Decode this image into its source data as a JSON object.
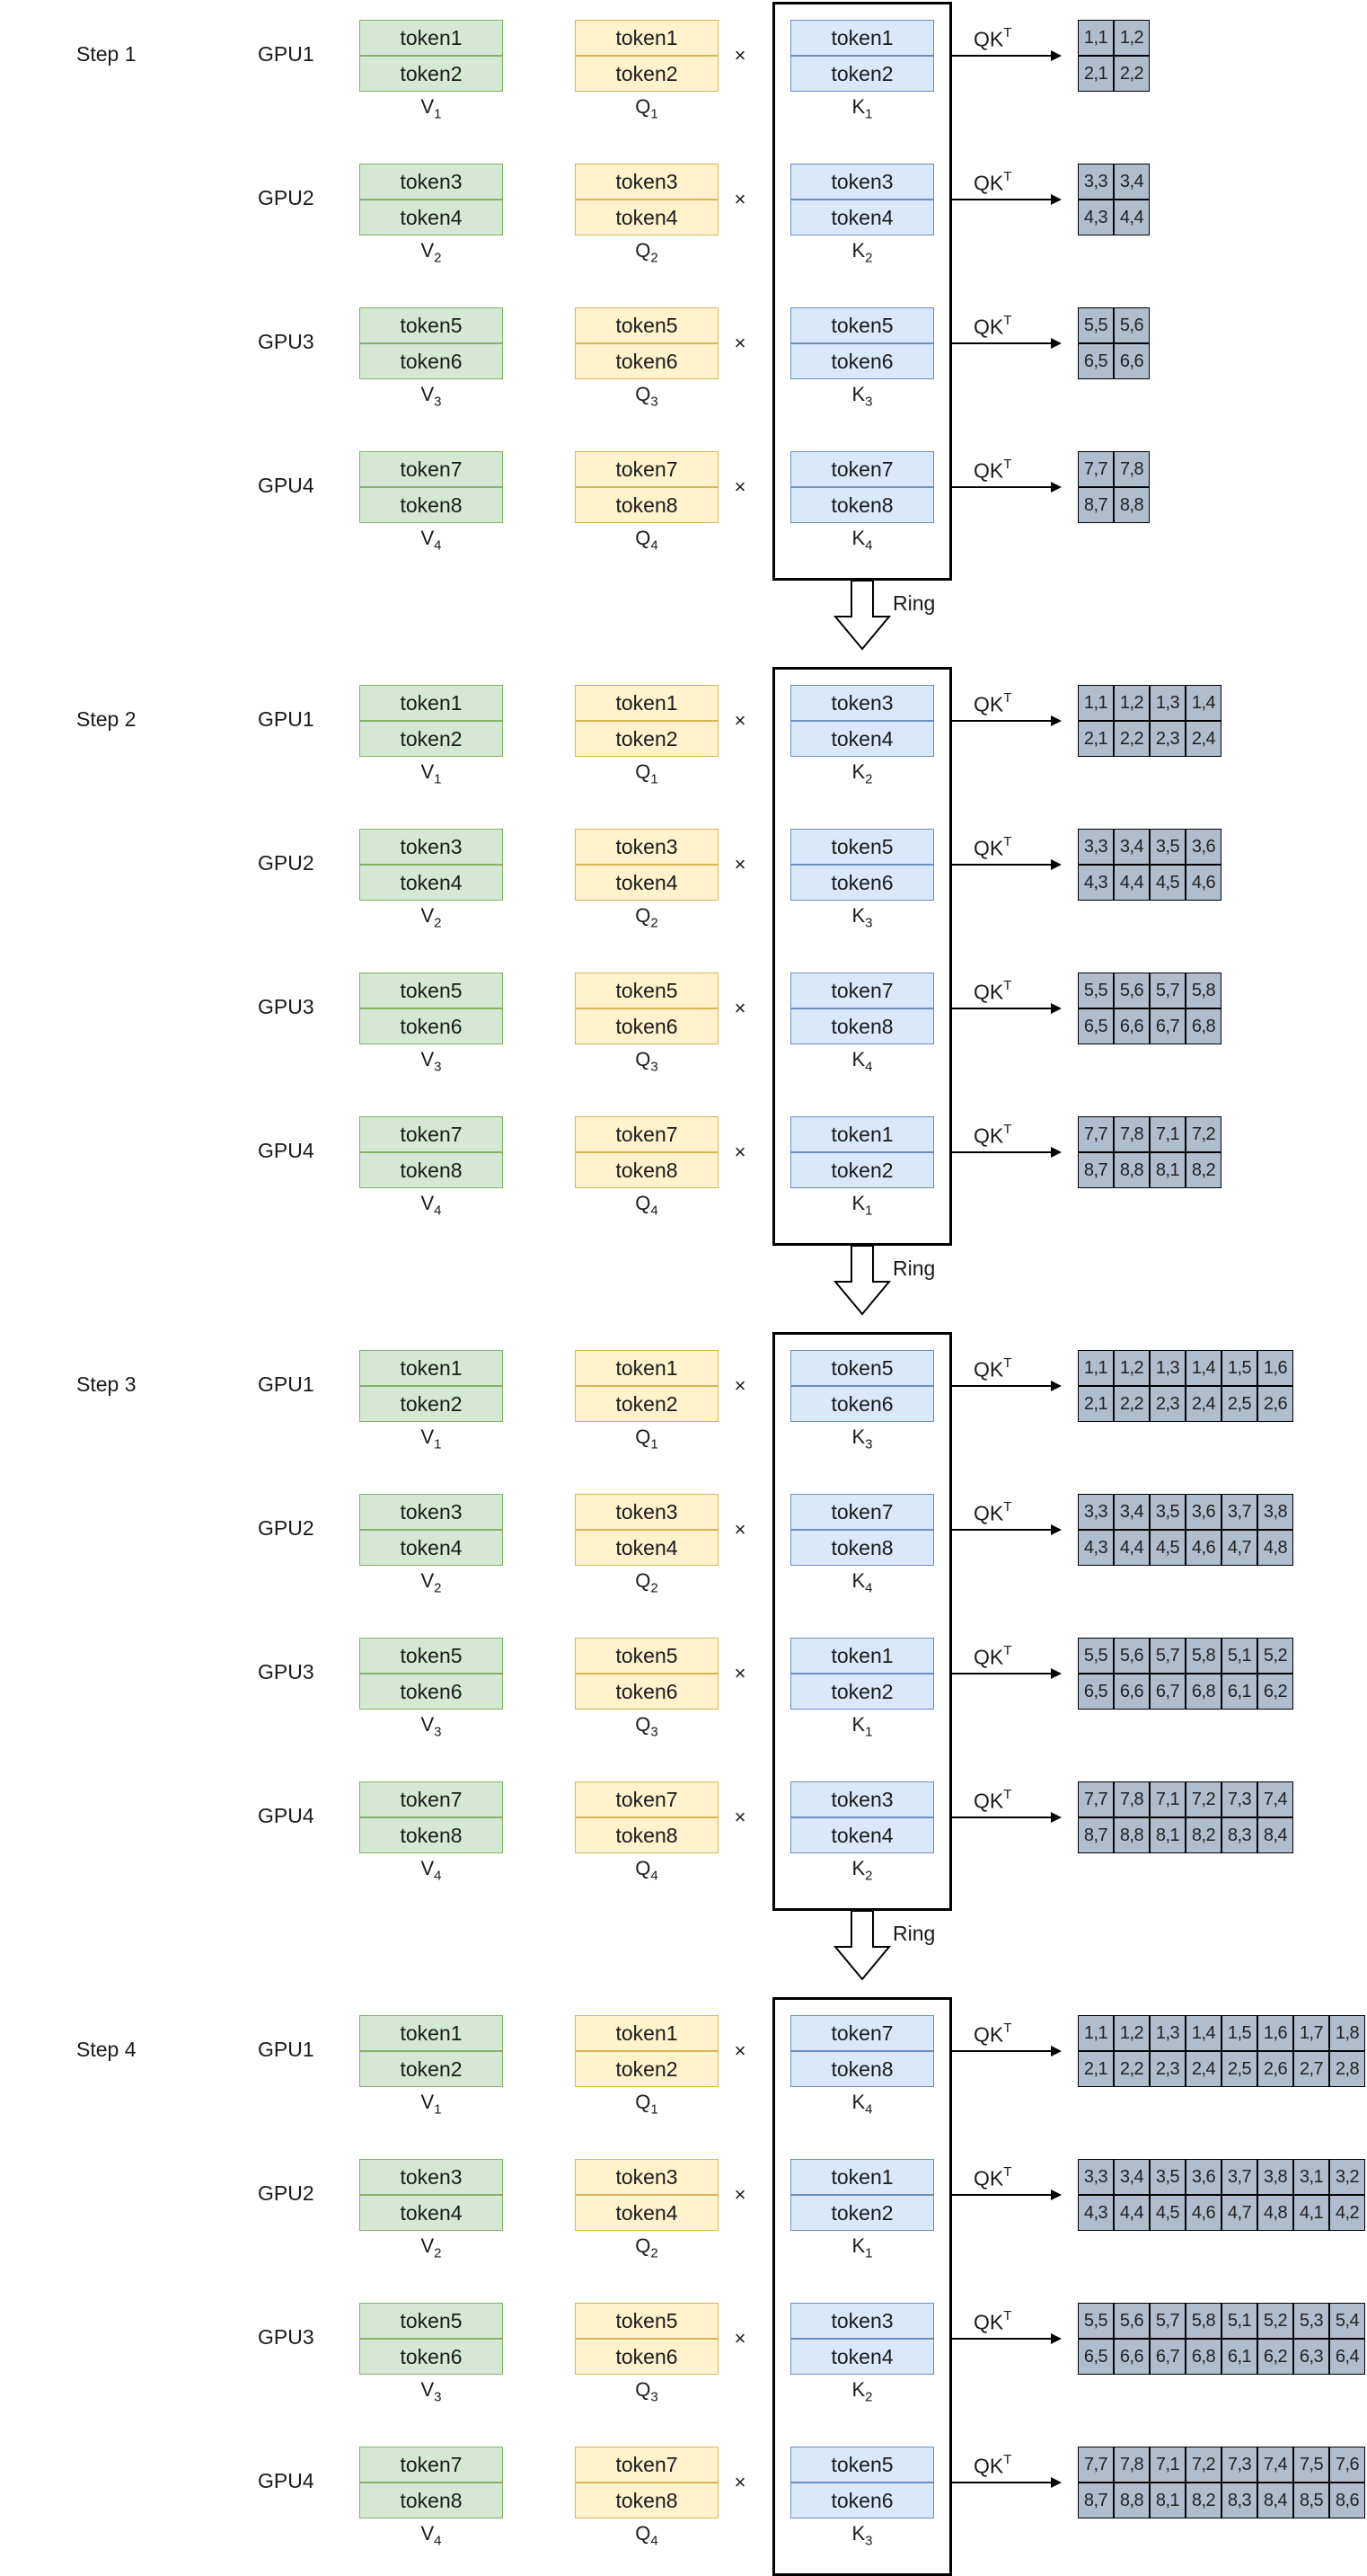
{
  "steps": [
    {
      "label": "Step 1",
      "k_ids": [
        "1",
        "2",
        "3",
        "4"
      ],
      "k_tokens": [
        [
          "token1",
          "token2"
        ],
        [
          "token3",
          "token4"
        ],
        [
          "token5",
          "token6"
        ],
        [
          "token7",
          "token8"
        ]
      ],
      "rows": [
        [
          [
            "1,1",
            "1,2"
          ],
          [
            "2,1",
            "2,2"
          ]
        ],
        [
          [
            "3,3",
            "3,4"
          ],
          [
            "4,3",
            "4,4"
          ]
        ],
        [
          [
            "5,5",
            "5,6"
          ],
          [
            "6,5",
            "6,6"
          ]
        ],
        [
          [
            "7,7",
            "7,8"
          ],
          [
            "8,7",
            "8,8"
          ]
        ]
      ]
    },
    {
      "label": "Step 2",
      "k_ids": [
        "2",
        "3",
        "4",
        "1"
      ],
      "k_tokens": [
        [
          "token3",
          "token4"
        ],
        [
          "token5",
          "token6"
        ],
        [
          "token7",
          "token8"
        ],
        [
          "token1",
          "token2"
        ]
      ],
      "rows": [
        [
          [
            "1,1",
            "1,2",
            "1,3",
            "1,4"
          ],
          [
            "2,1",
            "2,2",
            "2,3",
            "2,4"
          ]
        ],
        [
          [
            "3,3",
            "3,4",
            "3,5",
            "3,6"
          ],
          [
            "4,3",
            "4,4",
            "4,5",
            "4,6"
          ]
        ],
        [
          [
            "5,5",
            "5,6",
            "5,7",
            "5,8"
          ],
          [
            "6,5",
            "6,6",
            "6,7",
            "6,8"
          ]
        ],
        [
          [
            "7,7",
            "7,8",
            "7,1",
            "7,2"
          ],
          [
            "8,7",
            "8,8",
            "8,1",
            "8,2"
          ]
        ]
      ]
    },
    {
      "label": "Step 3",
      "k_ids": [
        "3",
        "4",
        "1",
        "2"
      ],
      "k_tokens": [
        [
          "token5",
          "token6"
        ],
        [
          "token7",
          "token8"
        ],
        [
          "token1",
          "token2"
        ],
        [
          "token3",
          "token4"
        ]
      ],
      "rows": [
        [
          [
            "1,1",
            "1,2",
            "1,3",
            "1,4",
            "1,5",
            "1,6"
          ],
          [
            "2,1",
            "2,2",
            "2,3",
            "2,4",
            "2,5",
            "2,6"
          ]
        ],
        [
          [
            "3,3",
            "3,4",
            "3,5",
            "3,6",
            "3,7",
            "3,8"
          ],
          [
            "4,3",
            "4,4",
            "4,5",
            "4,6",
            "4,7",
            "4,8"
          ]
        ],
        [
          [
            "5,5",
            "5,6",
            "5,7",
            "5,8",
            "5,1",
            "5,2"
          ],
          [
            "6,5",
            "6,6",
            "6,7",
            "6,8",
            "6,1",
            "6,2"
          ]
        ],
        [
          [
            "7,7",
            "7,8",
            "7,1",
            "7,2",
            "7,3",
            "7,4"
          ],
          [
            "8,7",
            "8,8",
            "8,1",
            "8,2",
            "8,3",
            "8,4"
          ]
        ]
      ]
    },
    {
      "label": "Step 4",
      "k_ids": [
        "4",
        "1",
        "2",
        "3"
      ],
      "k_tokens": [
        [
          "token7",
          "token8"
        ],
        [
          "token1",
          "token2"
        ],
        [
          "token3",
          "token4"
        ],
        [
          "token5",
          "token6"
        ]
      ],
      "rows": [
        [
          [
            "1,1",
            "1,2",
            "1,3",
            "1,4",
            "1,5",
            "1,6",
            "1,7",
            "1,8"
          ],
          [
            "2,1",
            "2,2",
            "2,3",
            "2,4",
            "2,5",
            "2,6",
            "2,7",
            "2,8"
          ]
        ],
        [
          [
            "3,3",
            "3,4",
            "3,5",
            "3,6",
            "3,7",
            "3,8",
            "3,1",
            "3,2"
          ],
          [
            "4,3",
            "4,4",
            "4,5",
            "4,6",
            "4,7",
            "4,8",
            "4,1",
            "4,2"
          ]
        ],
        [
          [
            "5,5",
            "5,6",
            "5,7",
            "5,8",
            "5,1",
            "5,2",
            "5,3",
            "5,4"
          ],
          [
            "6,5",
            "6,6",
            "6,7",
            "6,8",
            "6,1",
            "6,2",
            "6,3",
            "6,4"
          ]
        ],
        [
          [
            "7,7",
            "7,8",
            "7,1",
            "7,2",
            "7,3",
            "7,4",
            "7,5",
            "7,6"
          ],
          [
            "8,7",
            "8,8",
            "8,1",
            "8,2",
            "8,3",
            "8,4",
            "8,5",
            "8,6"
          ]
        ]
      ]
    }
  ],
  "gpus": [
    {
      "label": "GPU1",
      "id": "1",
      "tokens": [
        "token1",
        "token2"
      ]
    },
    {
      "label": "GPU2",
      "id": "2",
      "tokens": [
        "token3",
        "token4"
      ]
    },
    {
      "label": "GPU3",
      "id": "3",
      "tokens": [
        "token5",
        "token6"
      ]
    },
    {
      "label": "GPU4",
      "id": "4",
      "tokens": [
        "token7",
        "token8"
      ]
    }
  ],
  "labels": {
    "v_prefix": "V",
    "q_prefix": "Q",
    "k_prefix": "K",
    "times": "×",
    "qkt_base": "QK",
    "qkt_sup": "T",
    "ring": "Ring"
  },
  "colors": {
    "v_fill": "#d5e8d4",
    "q_fill": "#fff2cc",
    "k_fill": "#dae8fc",
    "cell_fill": "#b0bdcc"
  }
}
